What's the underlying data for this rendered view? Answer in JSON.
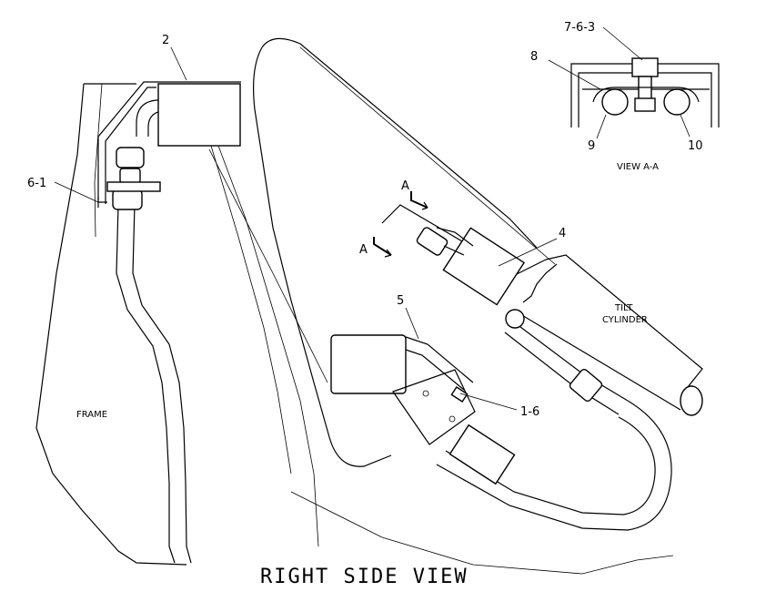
{
  "title": "RIGHT SIDE VIEW",
  "labels": {
    "frame": "FRAME",
    "tilt_cylinder_line1": "TILT",
    "tilt_cylinder_line2": "CYLINDER",
    "view_aa": "VIEW  A-A",
    "section_a_top": "A",
    "section_a_bottom": "A"
  },
  "callouts": {
    "c2": "2",
    "c4": "4",
    "c5": "5",
    "c6_1": "6-1",
    "c1_6": "1-6",
    "c7_6_3": "7-6-3",
    "c8": "8",
    "c9": "9",
    "c10": "10"
  }
}
